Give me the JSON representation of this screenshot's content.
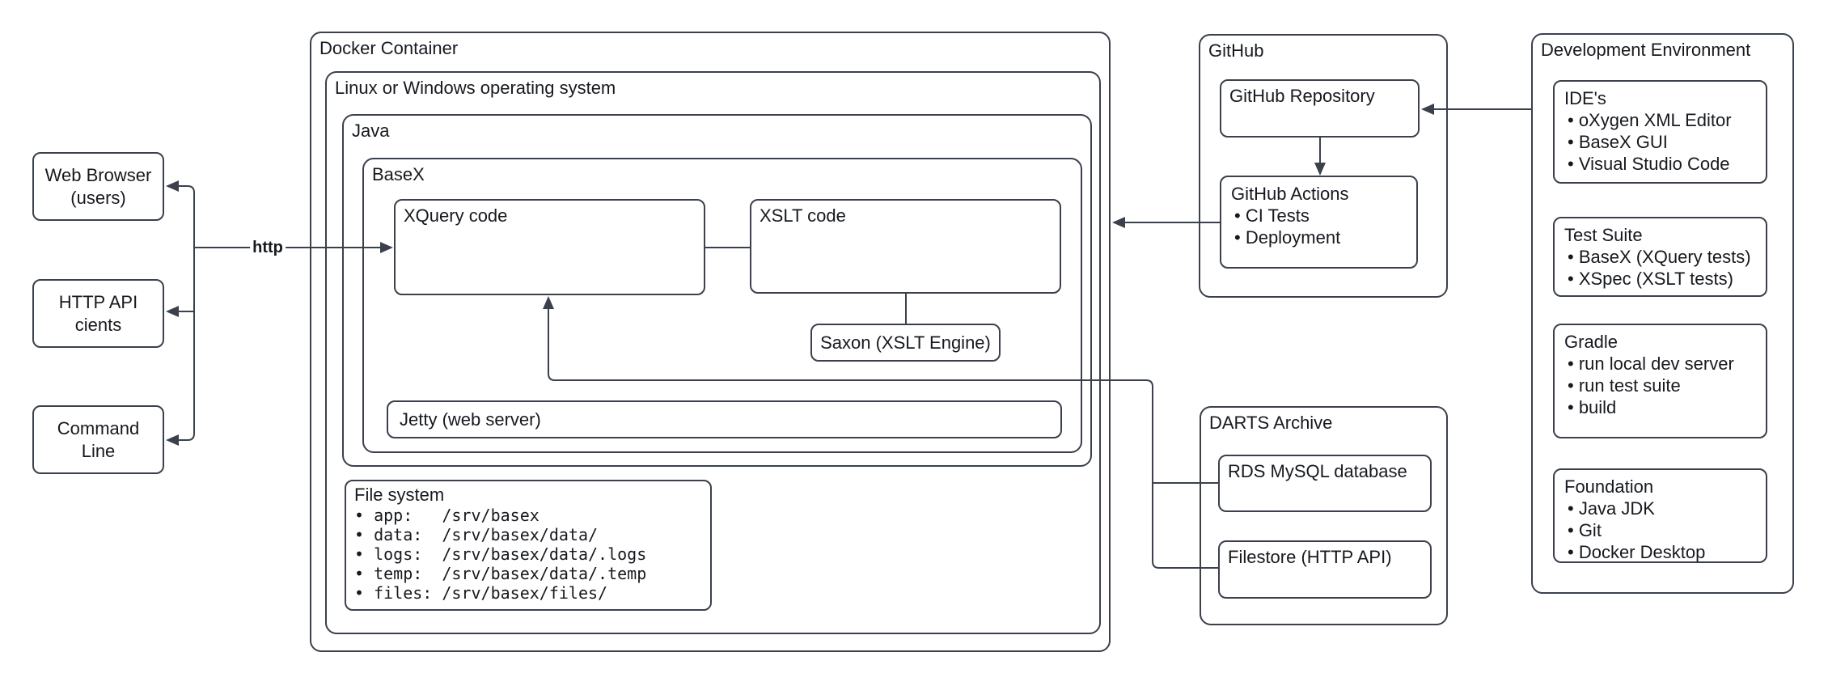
{
  "colors": {
    "stroke": "#3A414C",
    "text": "#16191E",
    "bg": "#FFFFFF"
  },
  "edge_labels": {
    "http": "http"
  },
  "clients": {
    "web_browser": {
      "lines": [
        "Web Browser",
        "(users)"
      ]
    },
    "http_api": {
      "lines": [
        "HTTP API",
        "cients"
      ]
    },
    "command_line": {
      "lines": [
        "Command",
        "Line"
      ]
    }
  },
  "docker": {
    "title": "Docker Container",
    "os": {
      "title": "Linux or Windows operating system",
      "java": {
        "title": "Java",
        "basex": {
          "title": "BaseX",
          "xquery": {
            "title": "XQuery code"
          },
          "xslt": {
            "title": "XSLT code"
          },
          "saxon": {
            "title": "Saxon (XSLT Engine)"
          },
          "jetty": {
            "title": "Jetty (web server)"
          }
        }
      },
      "filesystem": {
        "title": "File system",
        "lines": [
          "• app:   /srv/basex",
          "• data:  /srv/basex/data/",
          "• logs:  /srv/basex/data/.logs",
          "• temp:  /srv/basex/data/.temp",
          "• files: /srv/basex/files/"
        ]
      }
    }
  },
  "github": {
    "title": "GitHub",
    "repository": {
      "title": "GitHub Repository"
    },
    "actions": {
      "title": "GitHub Actions",
      "items": [
        "• CI Tests",
        "• Deployment"
      ]
    }
  },
  "darts": {
    "title": "DARTS Archive",
    "rds": {
      "title": "RDS MySQL database"
    },
    "filestore": {
      "title": "Filestore (HTTP API)"
    }
  },
  "devenv": {
    "title": "Development Environment",
    "ide": {
      "title": "IDE's",
      "items": [
        "• oXygen XML Editor",
        "• BaseX GUI",
        "• Visual Studio Code"
      ]
    },
    "testsuite": {
      "title": "Test Suite",
      "items": [
        "• BaseX (XQuery tests)",
        "• XSpec (XSLT tests)"
      ]
    },
    "gradle": {
      "title": "Gradle",
      "items": [
        "• run local dev server",
        "• run test suite",
        "• build"
      ]
    },
    "foundation": {
      "title": "Foundation",
      "items": [
        "• Java JDK",
        "• Git",
        "• Docker Desktop"
      ]
    }
  }
}
